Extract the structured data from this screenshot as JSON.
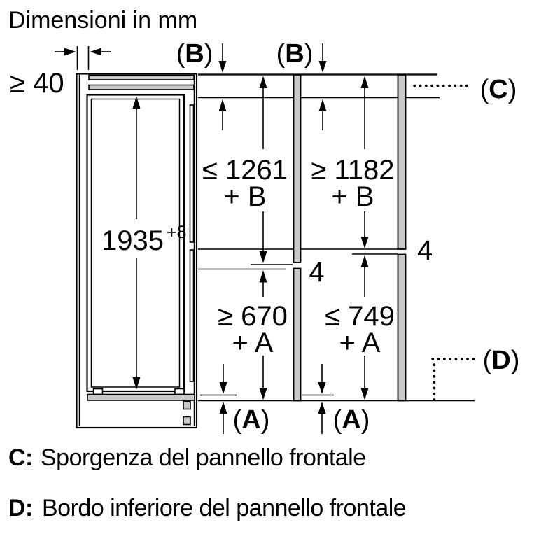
{
  "title": "Dimensioni in mm",
  "labels": {
    "open": "(",
    "close": ")",
    "a": "A",
    "b": "B",
    "c": "C",
    "d": "D"
  },
  "dimensions": {
    "wall_gap": "≥ 40",
    "niche_height": "1935",
    "niche_height_tol": "+8",
    "upper_left_panel": "≤ 1261",
    "upper_left_suffix": "+ B",
    "upper_right_panel": "≥ 1182",
    "upper_right_suffix": "+ B",
    "lower_left_panel": "≥ 670",
    "lower_left_suffix": "+ A",
    "lower_right_panel": "≤ 749",
    "lower_right_suffix": "+ A",
    "gap_left": "4",
    "gap_right": "4"
  },
  "legend": {
    "c_key": "C:",
    "c_text": "Sporgenza del pannello frontale",
    "d_key": "D:",
    "d_text": "Bordo inferiore del pannello frontale"
  },
  "colors": {
    "line": "#000000",
    "panel_fill": "#c9c9c9",
    "background": "#ffffff"
  }
}
